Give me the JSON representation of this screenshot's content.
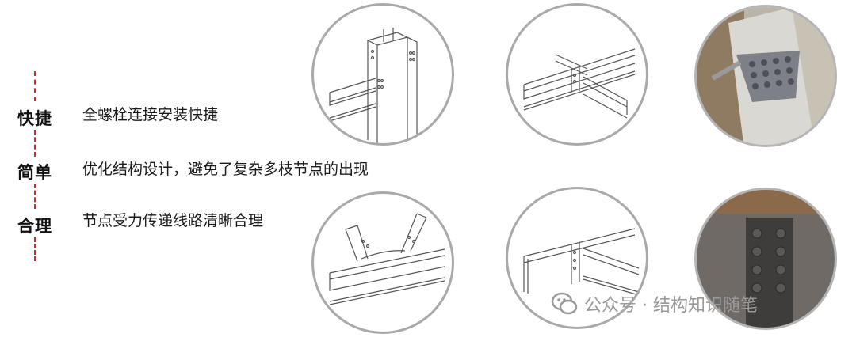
{
  "features": [
    {
      "keyword": "快捷",
      "text": "全螺栓连接安装快捷"
    },
    {
      "keyword": "简单",
      "text": "优化结构设计，避免了复杂多枝节点的出现"
    },
    {
      "keyword": "合理",
      "text": "节点受力传递线路清晰合理"
    }
  ],
  "watermark": {
    "text": "公众号 · 结构知识随笔"
  },
  "colors": {
    "accent": "#d9242b",
    "circle_border": "#a9a9a9",
    "line": "#555555"
  }
}
